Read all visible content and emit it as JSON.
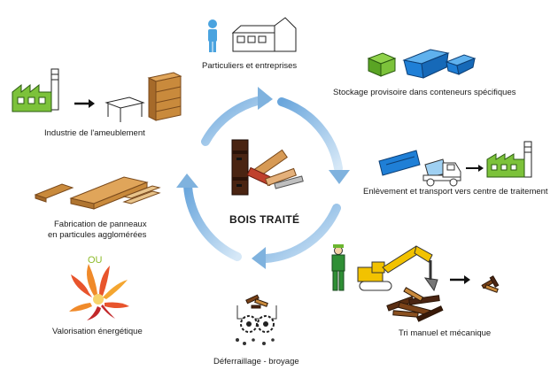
{
  "center": {
    "title": "BOIS TRAITÉ"
  },
  "stages": {
    "particuliers": "Particuliers et entreprises",
    "stockage": "Stockage provisoire dans conteneurs spécifiques",
    "transport": "Enlèvement et transport vers centre de traitement",
    "tri": "Tri manuel et mécanique",
    "broyage": "Déferraillage - broyage",
    "panneaux_l1": "Fabrication de panneaux",
    "panneaux_l2": "en particules agglomérées",
    "ou": "OU",
    "energie": "Valorisation énergétique",
    "ameublement": "Industrie de l'ameublement"
  },
  "colors": {
    "cycle_arrow": "#7fb2de",
    "container_blue": "#1f7fd6",
    "container_green": "#6bb62e",
    "factory_green": "#7cc23a",
    "wood": "#c98a3c",
    "excavator": "#f2c200",
    "ou_green": "#8dbb2a"
  },
  "icons": [
    "person-icon",
    "house-icon",
    "green-container-icon",
    "blue-skip-icon",
    "truck-icon",
    "factory-icon",
    "worker-icon",
    "excavator-icon",
    "wood-pile-icon",
    "shredder-icon",
    "flame-icon",
    "particle-board-icon",
    "table-icon",
    "shelf-icon",
    "treated-wood-icon"
  ]
}
